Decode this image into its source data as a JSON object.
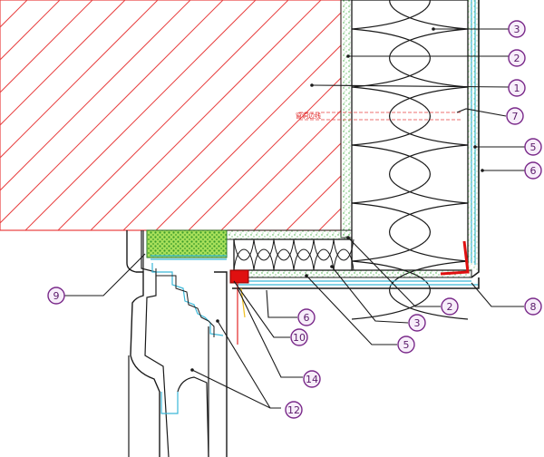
{
  "callouts": [
    {
      "id": "c3-top",
      "label": "3"
    },
    {
      "id": "c2-top",
      "label": "2"
    },
    {
      "id": "c1",
      "label": "1"
    },
    {
      "id": "c7",
      "label": "7"
    },
    {
      "id": "c5-right",
      "label": "5"
    },
    {
      "id": "c6-right",
      "label": "6"
    },
    {
      "id": "c9",
      "label": "9"
    },
    {
      "id": "c8",
      "label": "8"
    },
    {
      "id": "c2-bottom",
      "label": "2"
    },
    {
      "id": "c6-bottom",
      "label": "6"
    },
    {
      "id": "c3-bottom",
      "label": "3"
    },
    {
      "id": "c10",
      "label": "10"
    },
    {
      "id": "c5-bottom",
      "label": "5"
    },
    {
      "id": "c14",
      "label": "14"
    },
    {
      "id": "c12",
      "label": "12"
    }
  ],
  "dimension_text": "窗洞边线",
  "colors": {
    "masonry_hatch": "#e84040",
    "mortar_green": "#3aa83a",
    "insulation_fill": "#ffffff",
    "foam_green": "#7fcf3a",
    "flashing_red": "#e01010",
    "frame_cyan": "#3ab8d8",
    "callout_purple": "#7a2a8a"
  }
}
